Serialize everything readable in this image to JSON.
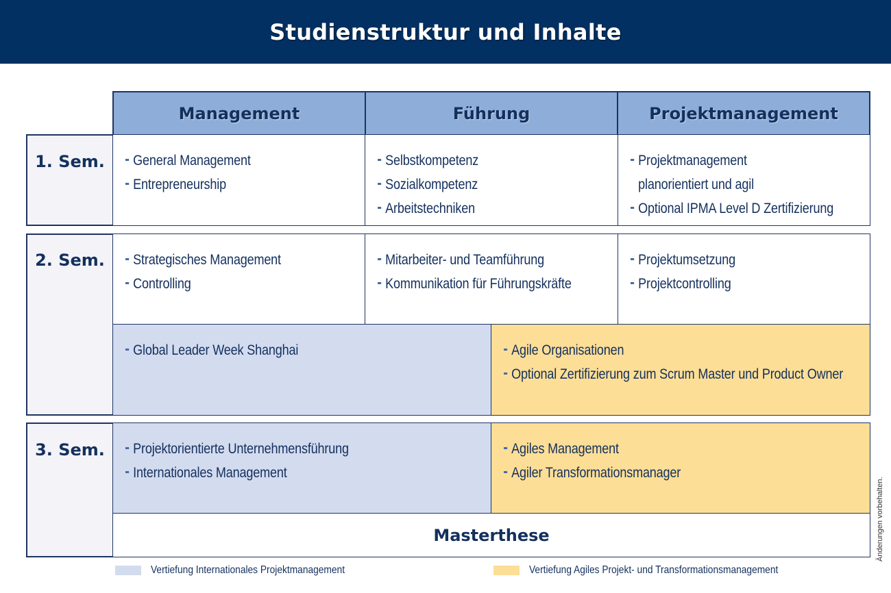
{
  "header": {
    "title": "Studienstruktur und Inhalte"
  },
  "columns": [
    "Management",
    "Führung",
    "Projektmanagement"
  ],
  "semesters": {
    "s1": {
      "label": "1. Sem.",
      "management": [
        "General Management",
        "Entrepreneurship"
      ],
      "fuehrung": [
        "Selbstkompetenz",
        "Sozialkompetenz",
        "Arbeitstechniken"
      ],
      "projekt": [
        "Projektmanagement",
        "planorientiert und agil",
        "Optional IPMA Level D Zertifizierung"
      ]
    },
    "s2": {
      "label": "2. Sem.",
      "management": [
        "Strategisches Management",
        "Controlling"
      ],
      "fuehrung": [
        "Mitarbeiter- und Teamführung",
        "Kommunikation für Führungskräfte"
      ],
      "projekt": [
        "Projektumsetzung",
        "Projektcontrolling"
      ],
      "intl": [
        "Global Leader Week Shanghai"
      ],
      "agile": [
        "Agile Organisationen",
        "Optional Zertifizierung zum Scrum Master und Product Owner"
      ]
    },
    "s3": {
      "label": "3. Sem.",
      "intl": [
        "Projektorientierte Unternehmensführung",
        "Internationales Management"
      ],
      "agile": [
        "Agiles Management",
        "Agiler Transformationsmanager"
      ],
      "thesis": "Masterthese"
    }
  },
  "legend": {
    "intl": {
      "label": "Vertiefung Internationales Projektmanagement",
      "color": "#d3dbef"
    },
    "agile": {
      "label": "Vertiefung Agiles Projekt- und Transformationsmanagement",
      "color": "#fdde96"
    }
  },
  "side_note": "Änderungen vorbehalten.",
  "colors": {
    "header_bg": "#033063",
    "column_header_bg": "#8eadd9",
    "text": "#14305d",
    "intl": "#d3dbef",
    "agile": "#fdde96"
  }
}
